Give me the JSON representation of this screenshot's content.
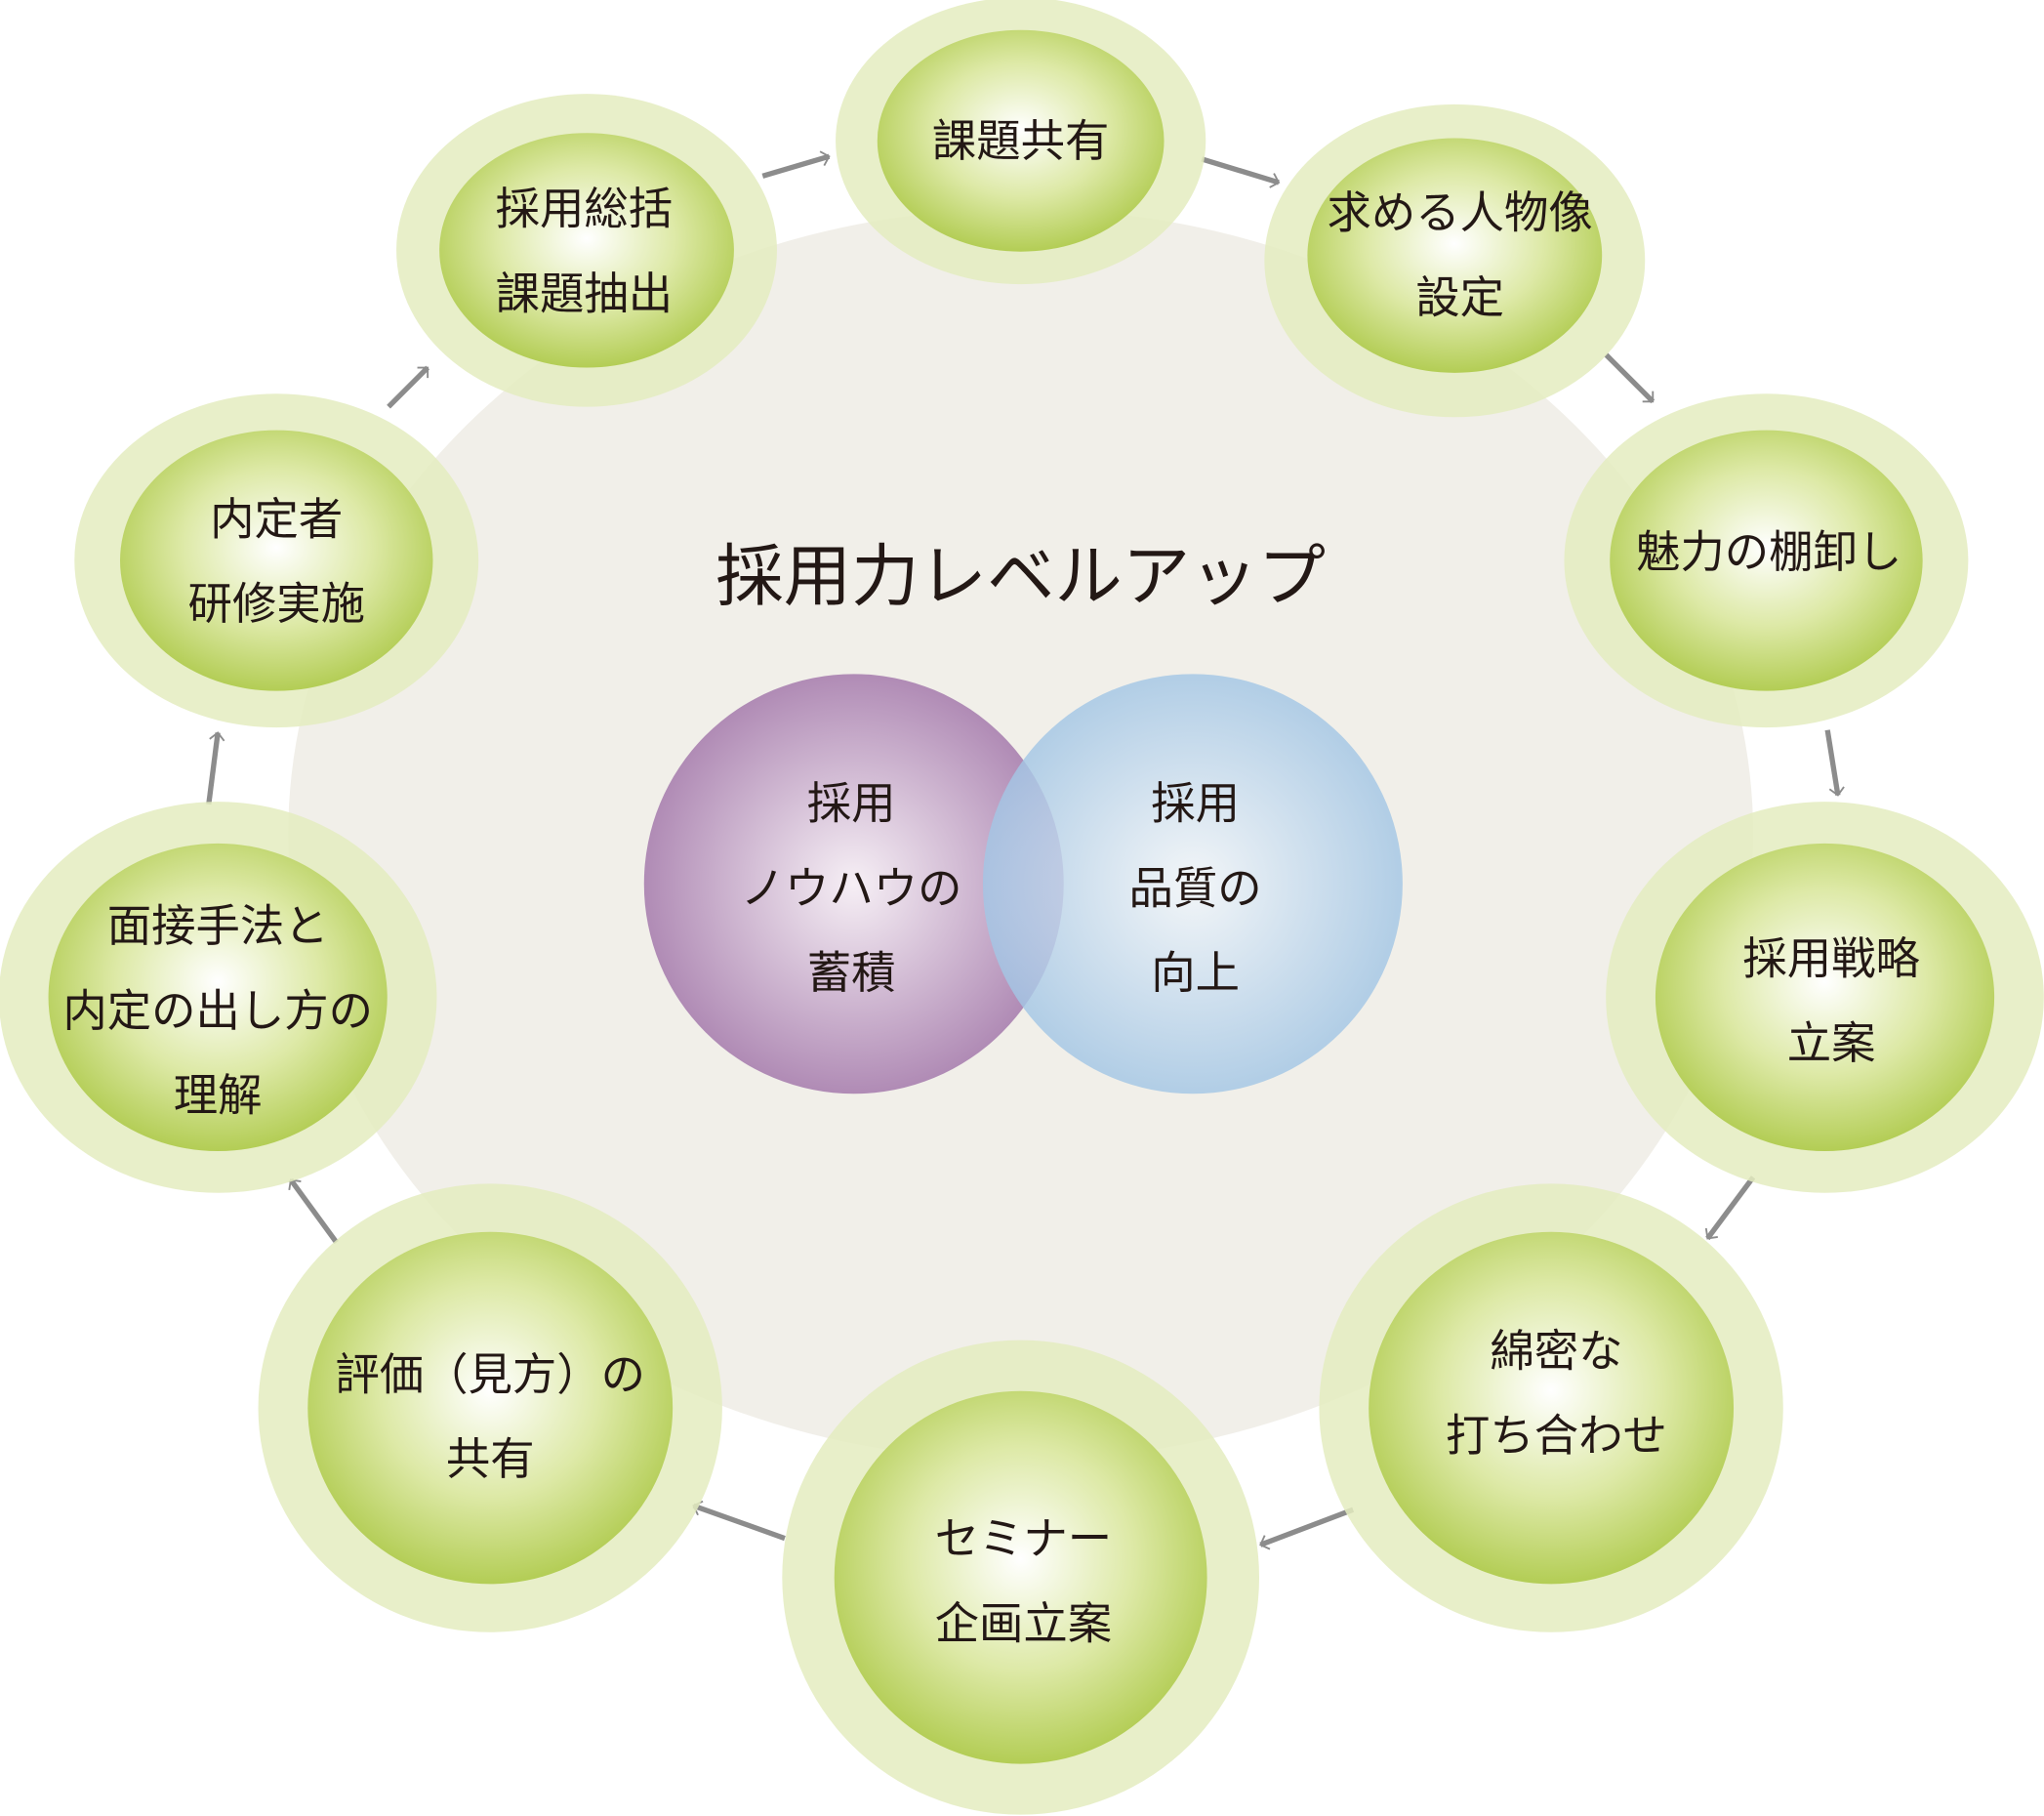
{
  "title": "採用力レベルアップ",
  "venn": {
    "left": {
      "lines": [
        "採用",
        "ノウハウの",
        "蓄積"
      ],
      "color": "#b48db8"
    },
    "right": {
      "lines": [
        "採用",
        "品質の",
        "向上"
      ],
      "color": "#a6c8e6"
    }
  },
  "cycle": [
    {
      "lines": [
        "課題共有"
      ]
    },
    {
      "lines": [
        "求める人物像",
        "設定"
      ]
    },
    {
      "lines": [
        "魅力の棚卸し"
      ]
    },
    {
      "lines": [
        "採用戦略",
        "立案"
      ]
    },
    {
      "lines": [
        "綿密な",
        "打ち合わせ"
      ]
    },
    {
      "lines": [
        "セミナー",
        "企画立案"
      ]
    },
    {
      "lines": [
        "評価（見方）の",
        "共有"
      ]
    },
    {
      "lines": [
        "面接手法と",
        "内定の出し方の",
        "理解"
      ]
    },
    {
      "lines": [
        "内定者",
        "研修実施"
      ]
    },
    {
      "lines": [
        "採用総括",
        "課題抽出"
      ]
    }
  ],
  "colors": {
    "node": "#b5cf5a",
    "ring": "#e4ecc0",
    "background": "#f1efe9",
    "arrow": "#8c8c8c"
  }
}
